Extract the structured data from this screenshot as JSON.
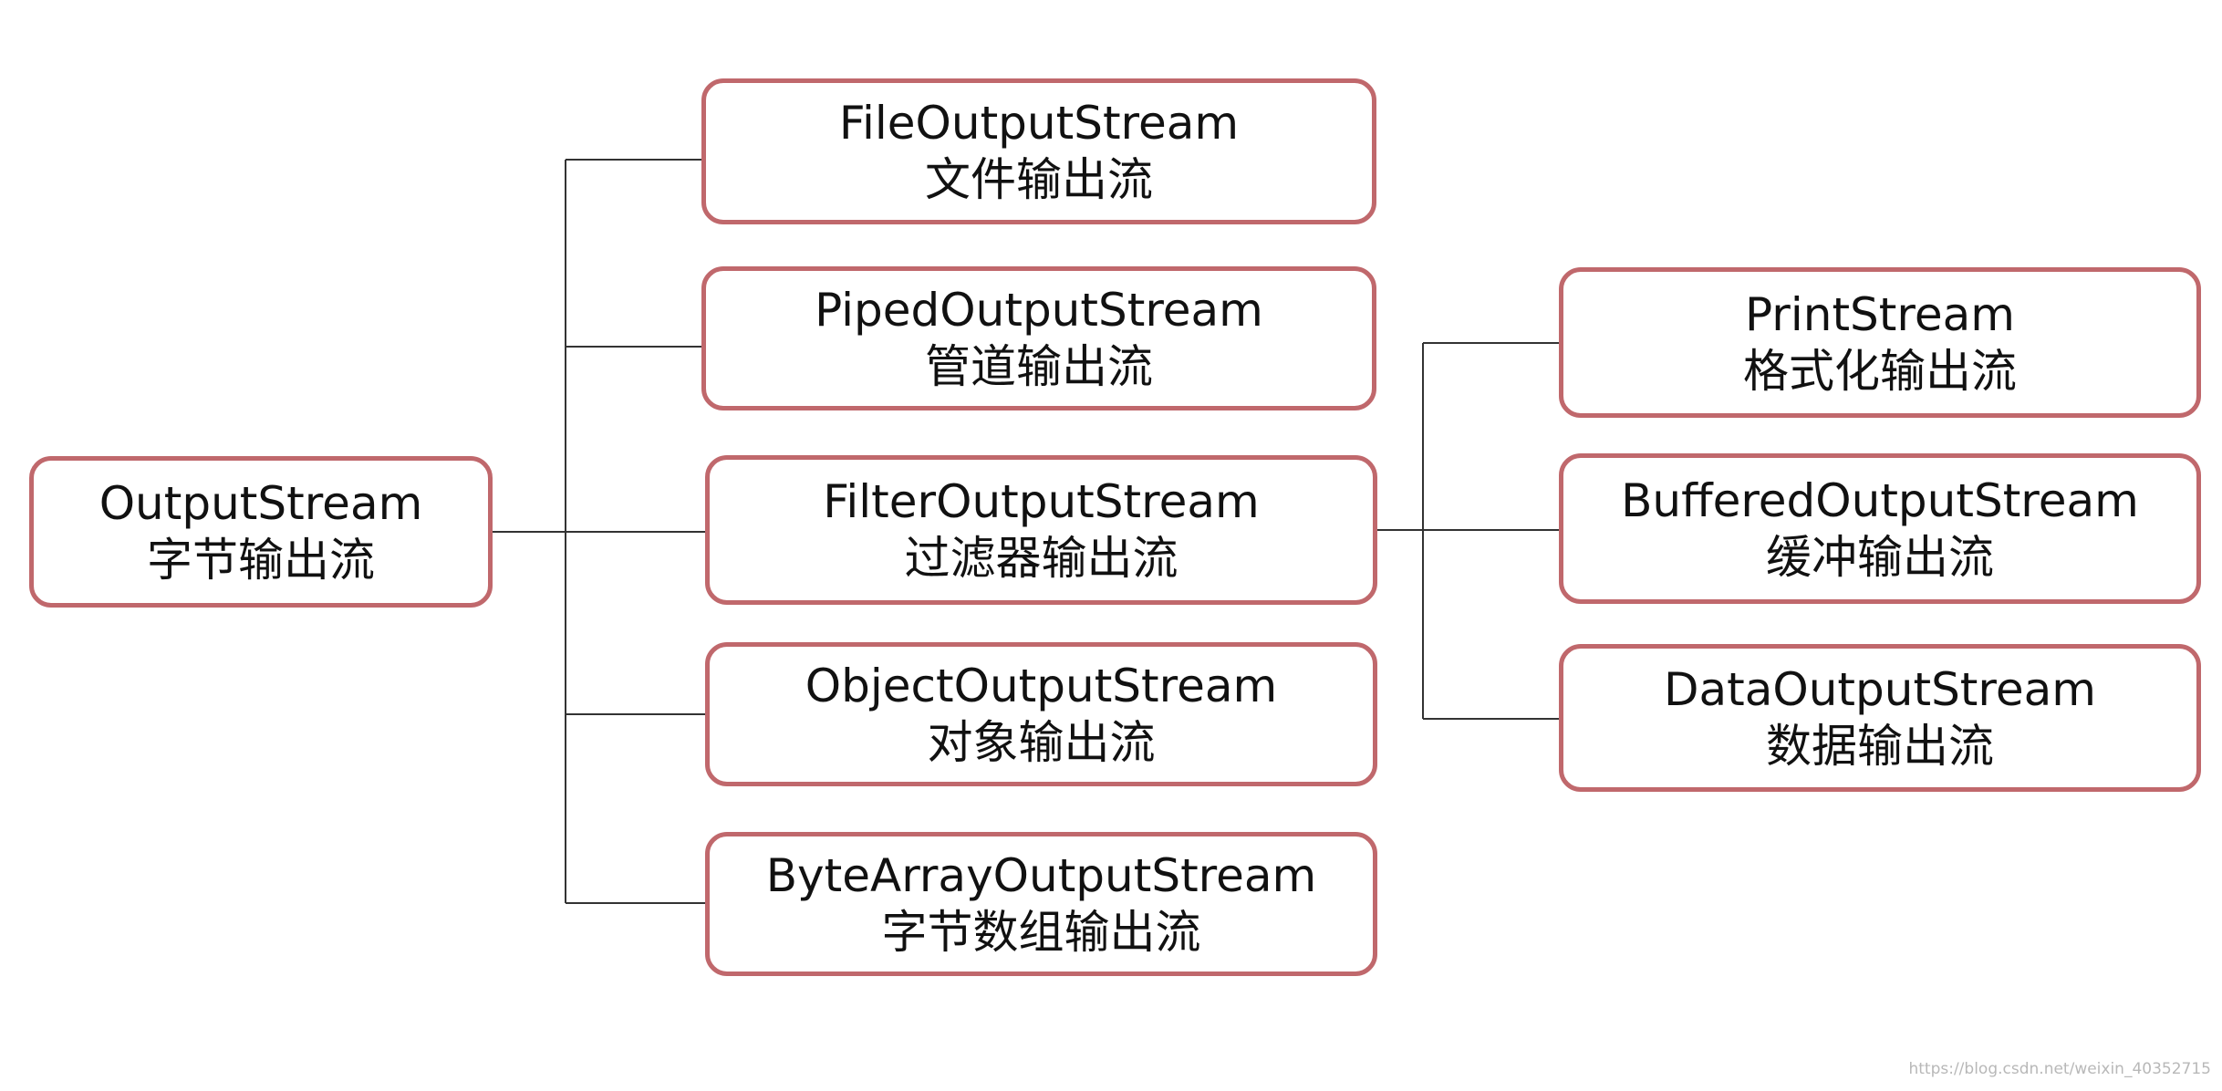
{
  "nodes": {
    "root": {
      "en": "OutputStream",
      "zh": "字节输出流"
    },
    "file": {
      "en": "FileOutputStream",
      "zh": "文件输出流"
    },
    "piped": {
      "en": "PipedOutputStream",
      "zh": "管道输出流"
    },
    "filter": {
      "en": "FilterOutputStream",
      "zh": "过滤器输出流"
    },
    "object": {
      "en": "ObjectOutputStream",
      "zh": "对象输出流"
    },
    "bytearray": {
      "en": "ByteArrayOutputStream",
      "zh": "字节数组输出流"
    },
    "print": {
      "en": "PrintStream",
      "zh": "格式化输出流"
    },
    "buffered": {
      "en": "BufferedOutputStream",
      "zh": "缓冲输出流"
    },
    "data": {
      "en": "DataOutputStream",
      "zh": "数据输出流"
    }
  },
  "edges": [
    [
      "root",
      "file"
    ],
    [
      "root",
      "piped"
    ],
    [
      "root",
      "filter"
    ],
    [
      "root",
      "object"
    ],
    [
      "root",
      "bytearray"
    ],
    [
      "filter",
      "print"
    ],
    [
      "filter",
      "buffered"
    ],
    [
      "filter",
      "data"
    ]
  ],
  "colors": {
    "node_border": "#c0686c",
    "connector": "#333333"
  },
  "watermark": "https://blog.csdn.net/weixin_40352715"
}
